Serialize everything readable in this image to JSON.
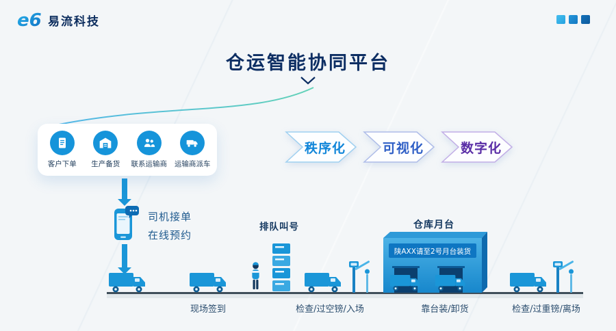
{
  "colors": {
    "accent_blue": "#1a96d8",
    "title_navy": "#0d2e63",
    "label_dark": "#2b4d6e",
    "background": "#f3f6f8"
  },
  "header": {
    "logo_mark": "e6",
    "brand": "易流科技"
  },
  "title": {
    "text": "仓运智能协同平台"
  },
  "order_card": {
    "steps": [
      {
        "label": "客户下单",
        "icon": "order-document-icon"
      },
      {
        "label": "生产备货",
        "icon": "warehouse-stock-icon"
      },
      {
        "label": "联系运输商",
        "icon": "contacts-people-icon"
      },
      {
        "label": "运输商派车",
        "icon": "dispatch-truck-icon"
      }
    ]
  },
  "driver": {
    "line1": "司机接单",
    "line2": "在线预约"
  },
  "phases": [
    {
      "label": "秩序化",
      "color": "#1286d9"
    },
    {
      "label": "可视化",
      "color": "#2f5fc6"
    },
    {
      "label": "数字化",
      "color": "#5a2ea6"
    }
  ],
  "timeline": {
    "queue_label": "排队叫号",
    "dock_label": "仓库月台",
    "dock_sign": "陕AXX请至2号月台装货",
    "station_labels": [
      "现场签到",
      "检查/过空镑/入场",
      "靠台装/卸货",
      "检查/过重镑/离场"
    ]
  }
}
